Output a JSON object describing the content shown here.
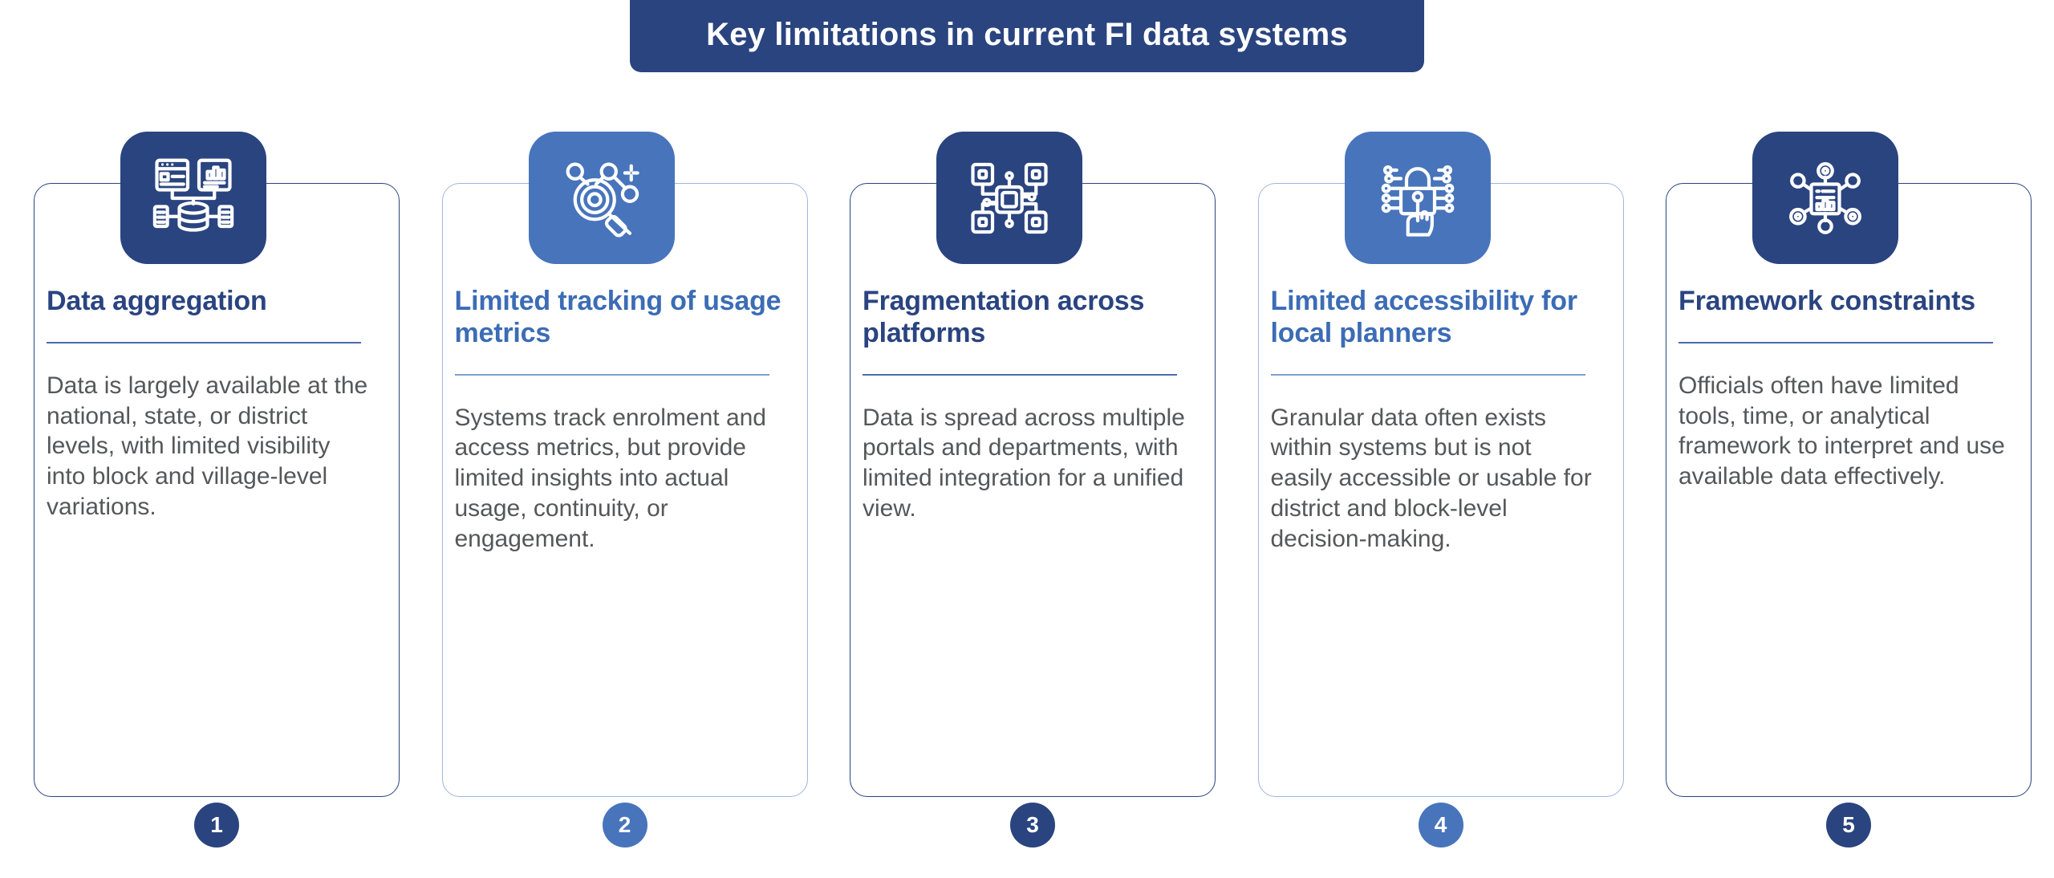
{
  "banner": {
    "title": "Key limitations in current FI data systems",
    "bg_color": "#2A4480",
    "text_color": "#FFFFFF"
  },
  "theme": {
    "navy": "#2A4480",
    "blue": "#4874BC",
    "title_blue": "#3C6CB5",
    "body_text": "#555759",
    "border_light": "#9FB6DE",
    "divider_navy": "#4C6EA8",
    "divider_light": "#7E9ED1",
    "background": "#FFFFFF"
  },
  "cards": [
    {
      "number": "1",
      "title": "Data aggregation",
      "description": "Data is largely available at the national, state, or district levels, with limited visibility into block and village-level variations.",
      "icon": "database-dashboard-icon",
      "accent": "#2A4480",
      "tone": "dark"
    },
    {
      "number": "2",
      "title": "Limited tracking of usage metrics",
      "description": "Systems track enrolment and access metrics, but provide limited insights into actual usage, continuity, or engagement.",
      "icon": "magnifier-network-icon",
      "accent": "#4874BC",
      "tone": "light"
    },
    {
      "number": "3",
      "title": "Fragmentation across platforms",
      "description": "Data is spread across multiple portals and departments, with limited integration for a unified view.",
      "icon": "network-topology-icon",
      "accent": "#2A4480",
      "tone": "dark"
    },
    {
      "number": "4",
      "title": "Limited accessibility for local planners",
      "description": "Granular data often exists within systems but is not easily accessible or usable for district and block-level decision-making.",
      "icon": "lock-circuit-hand-icon",
      "accent": "#4874BC",
      "tone": "light"
    },
    {
      "number": "5",
      "title": "Framework constraints",
      "description": "Officials often have limited tools, time, or analytical framework to interpret and use available data effectively.",
      "icon": "report-network-icon",
      "accent": "#2A4480",
      "tone": "dark"
    }
  ]
}
